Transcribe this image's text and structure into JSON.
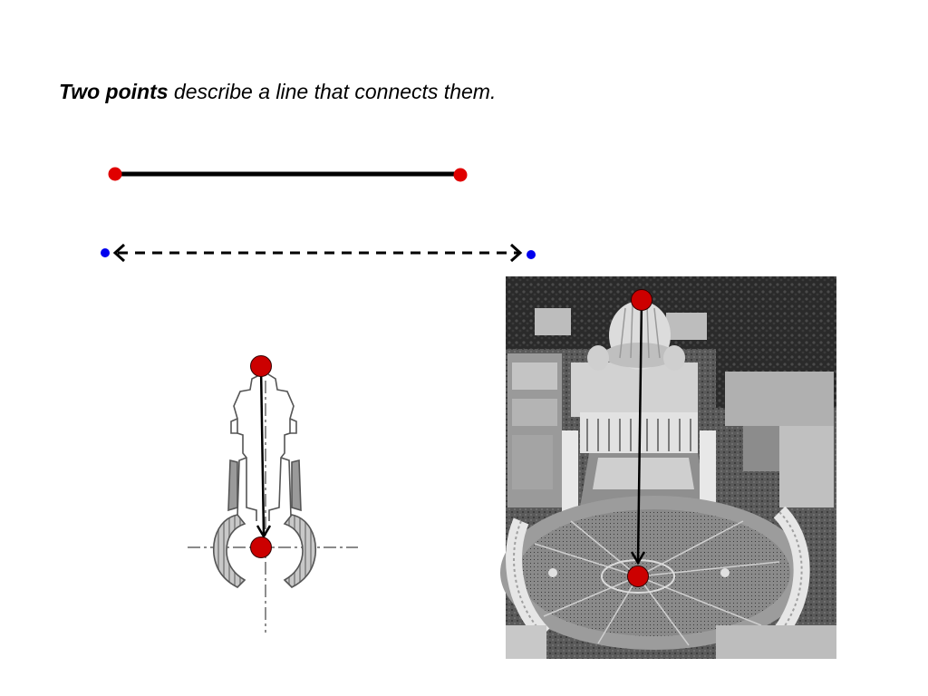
{
  "slide": {
    "title_bold": "Two points",
    "title_rest": " describe a line that connects them."
  },
  "diagram": {
    "segment_point_color": "#e00000",
    "line_point_color": "#0000ee",
    "marker_color": "#cc0000",
    "plan_drawing": "St. Peter's Basilica floor plan (line drawing)",
    "aerial_photo": "Aerial photograph of St. Peter's Square and Basilica"
  }
}
